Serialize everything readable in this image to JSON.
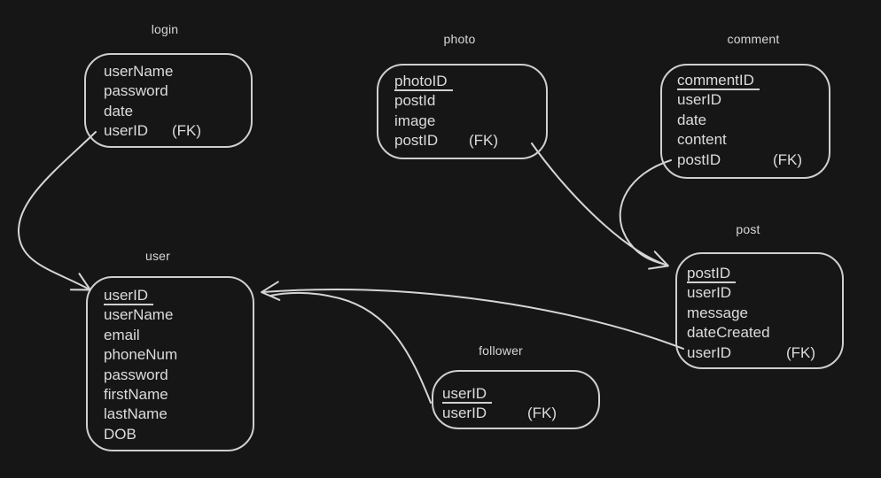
{
  "diagram": {
    "fk_label": "(FK)",
    "colors": {
      "background": "#161616",
      "ink": "#d5d5d5"
    },
    "entities": [
      {
        "id": "login",
        "title": "login",
        "fields": [
          {
            "name": "userName"
          },
          {
            "name": "password"
          },
          {
            "name": "date"
          },
          {
            "name": "userID",
            "fk": true
          }
        ]
      },
      {
        "id": "photo",
        "title": "photo",
        "fields": [
          {
            "name": "photoID",
            "pk": true
          },
          {
            "name": "postId"
          },
          {
            "name": "image"
          },
          {
            "name": "postID",
            "fk": true
          }
        ]
      },
      {
        "id": "comment",
        "title": "comment",
        "fields": [
          {
            "name": "commentID",
            "pk": true
          },
          {
            "name": "userID"
          },
          {
            "name": "date"
          },
          {
            "name": "content"
          },
          {
            "name": "postID",
            "fk": true
          }
        ]
      },
      {
        "id": "post",
        "title": "post",
        "fields": [
          {
            "name": "postID",
            "pk": true
          },
          {
            "name": "userID"
          },
          {
            "name": "message"
          },
          {
            "name": "dateCreated"
          },
          {
            "name": "userID",
            "fk": true
          }
        ]
      },
      {
        "id": "user",
        "title": "user",
        "fields": [
          {
            "name": "userID",
            "pk": true
          },
          {
            "name": "userName"
          },
          {
            "name": "email"
          },
          {
            "name": "phoneNum"
          },
          {
            "name": "password"
          },
          {
            "name": "firstName"
          },
          {
            "name": "lastName"
          },
          {
            "name": "DOB"
          }
        ]
      },
      {
        "id": "follower",
        "title": "follower",
        "fields": [
          {
            "name": "userID",
            "pk": true
          },
          {
            "name": "userID",
            "fk": true
          }
        ]
      }
    ],
    "relationships": [
      {
        "from": "login.userID",
        "to": "user.userID"
      },
      {
        "from": "photo.postID",
        "to": "post.postID"
      },
      {
        "from": "comment.postID",
        "to": "post.postID"
      },
      {
        "from": "post.userID",
        "to": "user.userID"
      },
      {
        "from": "follower.userID",
        "to": "user.userID"
      }
    ]
  }
}
